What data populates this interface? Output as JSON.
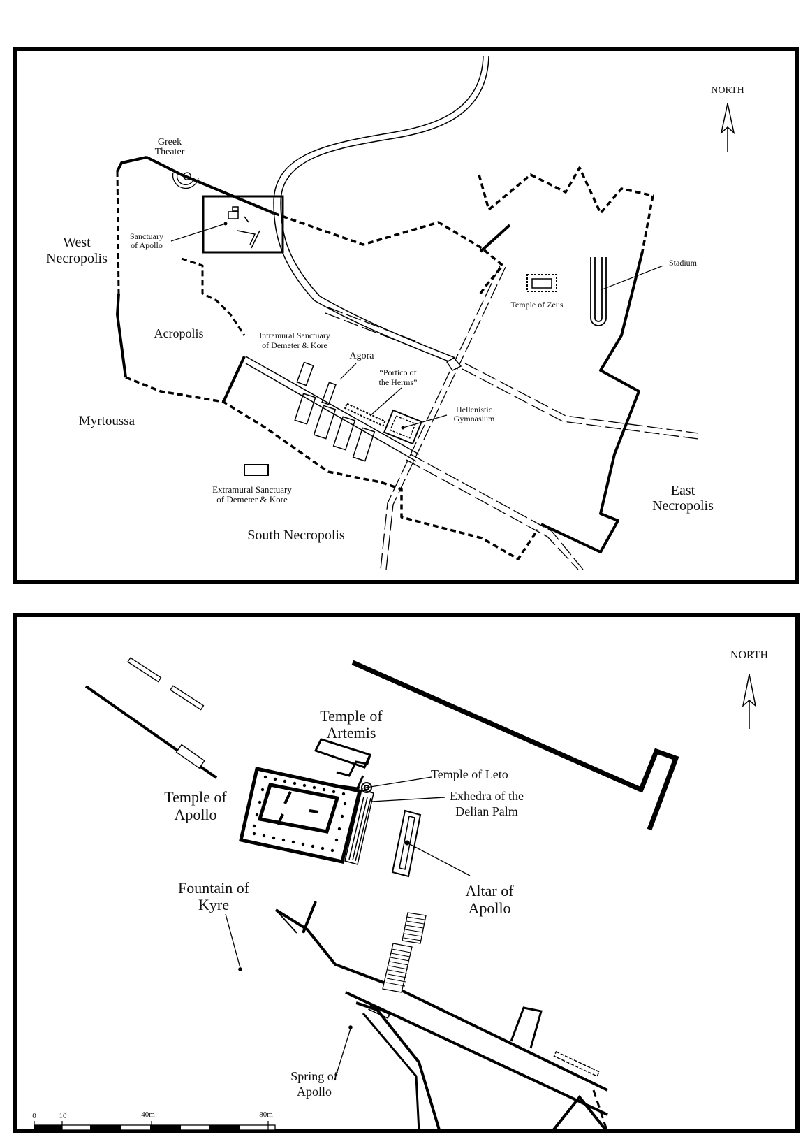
{
  "site_map": {
    "north_label": "NORTH",
    "labels": {
      "greek_theater_1": "Greek",
      "greek_theater_2": "Theater",
      "sanctuary_apollo_1": "Sanctuary",
      "sanctuary_apollo_2": "of Apollo",
      "west_necropolis_1": "West",
      "west_necropolis_2": "Necropolis",
      "acropolis": "Acropolis",
      "intramural_1": "Intramural Sanctuary",
      "intramural_2": "of Demeter & Kore",
      "agora": "Agora",
      "portico_1": "“Portico of",
      "portico_2": "the Herms”",
      "gymnasium_1": "Hellenistic",
      "gymnasium_2": "Gymnasium",
      "myrtoussa": "Myrtoussa",
      "extramural_1": "Extramural Sanctuary",
      "extramural_2": "of Demeter & Kore",
      "south_necropolis": "South Necropolis",
      "east_necropolis_1": "East",
      "east_necropolis_2": "Necropolis",
      "temple_zeus": "Temple of Zeus",
      "stadium": "Stadium"
    }
  },
  "sanctuary_plan": {
    "north_label": "NORTH",
    "labels": {
      "artemis_1": "Temple of",
      "artemis_2": "Artemis",
      "leto": "Temple of Leto",
      "exhedra_1": "Exhedra of the",
      "exhedra_2": "Delian Palm",
      "apollo_temple_1": "Temple of",
      "apollo_temple_2": "Apollo",
      "altar_1": "Altar of",
      "altar_2": "Apollo",
      "fountain_1": "Fountain of",
      "fountain_2": "Kyre",
      "spring_1": "Spring of",
      "spring_2": "Apollo"
    },
    "scale_bar": {
      "ticks": [
        "0",
        "10",
        "40m",
        "80m"
      ]
    }
  }
}
